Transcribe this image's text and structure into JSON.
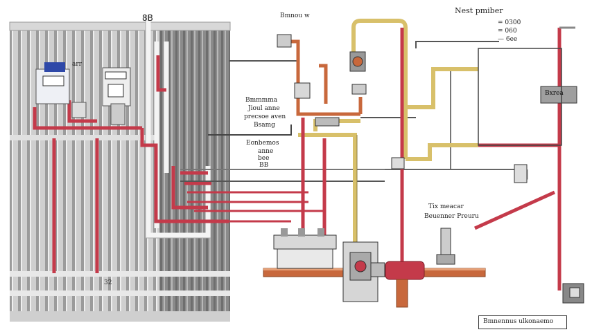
{
  "diagram": {
    "wall_top_label": "8B",
    "top_left_tag": "Bmnou w",
    "top_right_title": "Nest pmiber",
    "top_right_rows": [
      "= 0300",
      "= 060",
      "—  6ee"
    ],
    "center_box_lines": [
      "Bmmmma",
      "Jioul anne",
      "precsoe aven",
      "Bsamg"
    ],
    "small_box_lines": [
      "Eonbemos",
      "anne",
      "bee",
      "BB"
    ],
    "right_device_label": "Bxrea",
    "mid_right_label_1": "Tix meacar",
    "mid_right_label_2": "Beuenner Preuru",
    "bottom_right_caption": "Bmnennus ulkonaemo",
    "meter_tag": "arr",
    "floor_tag": "32"
  },
  "colors": {
    "red_pipe": "#c43a4a",
    "copper_pipe": "#c8683c",
    "yellow_pipe": "#d8c06a",
    "grey_pipe": "#b9b9bb",
    "wall": "#8a8a8a"
  }
}
